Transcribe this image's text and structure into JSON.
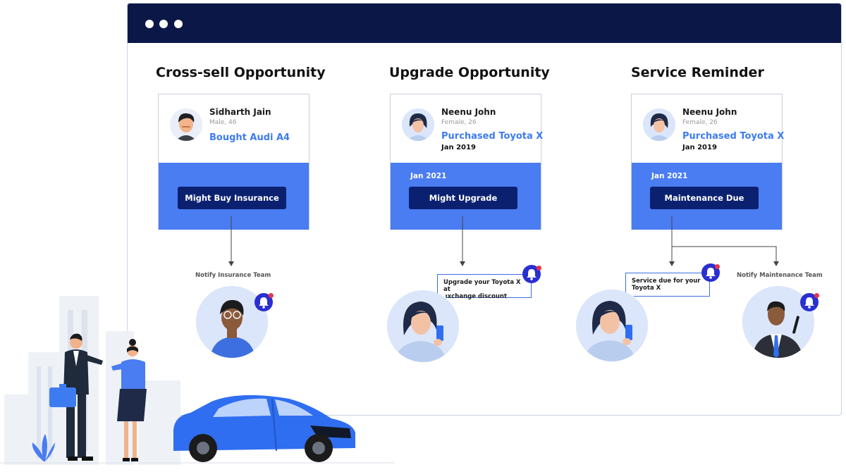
{
  "window": {
    "dots": 3
  },
  "columns": [
    {
      "title": "Cross-sell Opportunity",
      "card": {
        "name": "Sidharth Jain",
        "meta": "Male, 46",
        "highlight": "Bought Audi A4",
        "date": "",
        "bottom_date": "",
        "button": "Might Buy Insurance"
      },
      "notify_label": "Notify Insurance Team"
    },
    {
      "title": "Upgrade Opportunity",
      "card": {
        "name": "Neenu John",
        "meta": "Female, 26",
        "highlight": "Purchased Toyota X",
        "date": "Jan 2019",
        "bottom_date": "Jan 2021",
        "button": "Might Upgrade"
      },
      "bubble": [
        "Upgrade your Toyota X at",
        "exchange discount"
      ]
    },
    {
      "title": "Service Reminder",
      "card": {
        "name": "Neenu John",
        "meta": "Female, 26",
        "highlight": "Purchased Toyota X",
        "date": "Jan 2019",
        "bottom_date": "Jan 2021",
        "button": "Maintenance Due"
      },
      "bubble": [
        "Service due for your",
        "Toyota X"
      ],
      "notify_label": "Notify Maintenance Team"
    }
  ],
  "icons": [
    "bell-icon",
    "car-illustration",
    "business-people-illustration",
    "city-buildings-illustration"
  ],
  "colors": {
    "titlebar": "#0b1847",
    "accent": "#4a7cf2",
    "button": "#0b2170",
    "highlight": "#3d7cf0",
    "bell": "#2a2fd0",
    "car": "#2f6ef0"
  }
}
